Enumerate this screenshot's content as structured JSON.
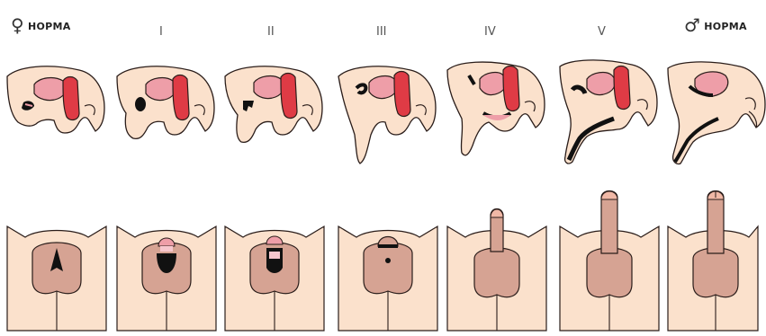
{
  "columns": [
    {
      "label": "НОРМА",
      "symbol": "♀"
    },
    {
      "label": "I"
    },
    {
      "label": "II"
    },
    {
      "label": "III"
    },
    {
      "label": "IV"
    },
    {
      "label": "V"
    },
    {
      "label": "НОРМА",
      "symbol": "♂"
    }
  ],
  "colors": {
    "skin": "#fbe1cc",
    "skin_shade": "#f3cdb5",
    "genital": "#d6a393",
    "bladder_pink": "#ee9ea8",
    "uterus_red": "#df3b45",
    "outline": "#2a1d1a",
    "black": "#111111"
  }
}
